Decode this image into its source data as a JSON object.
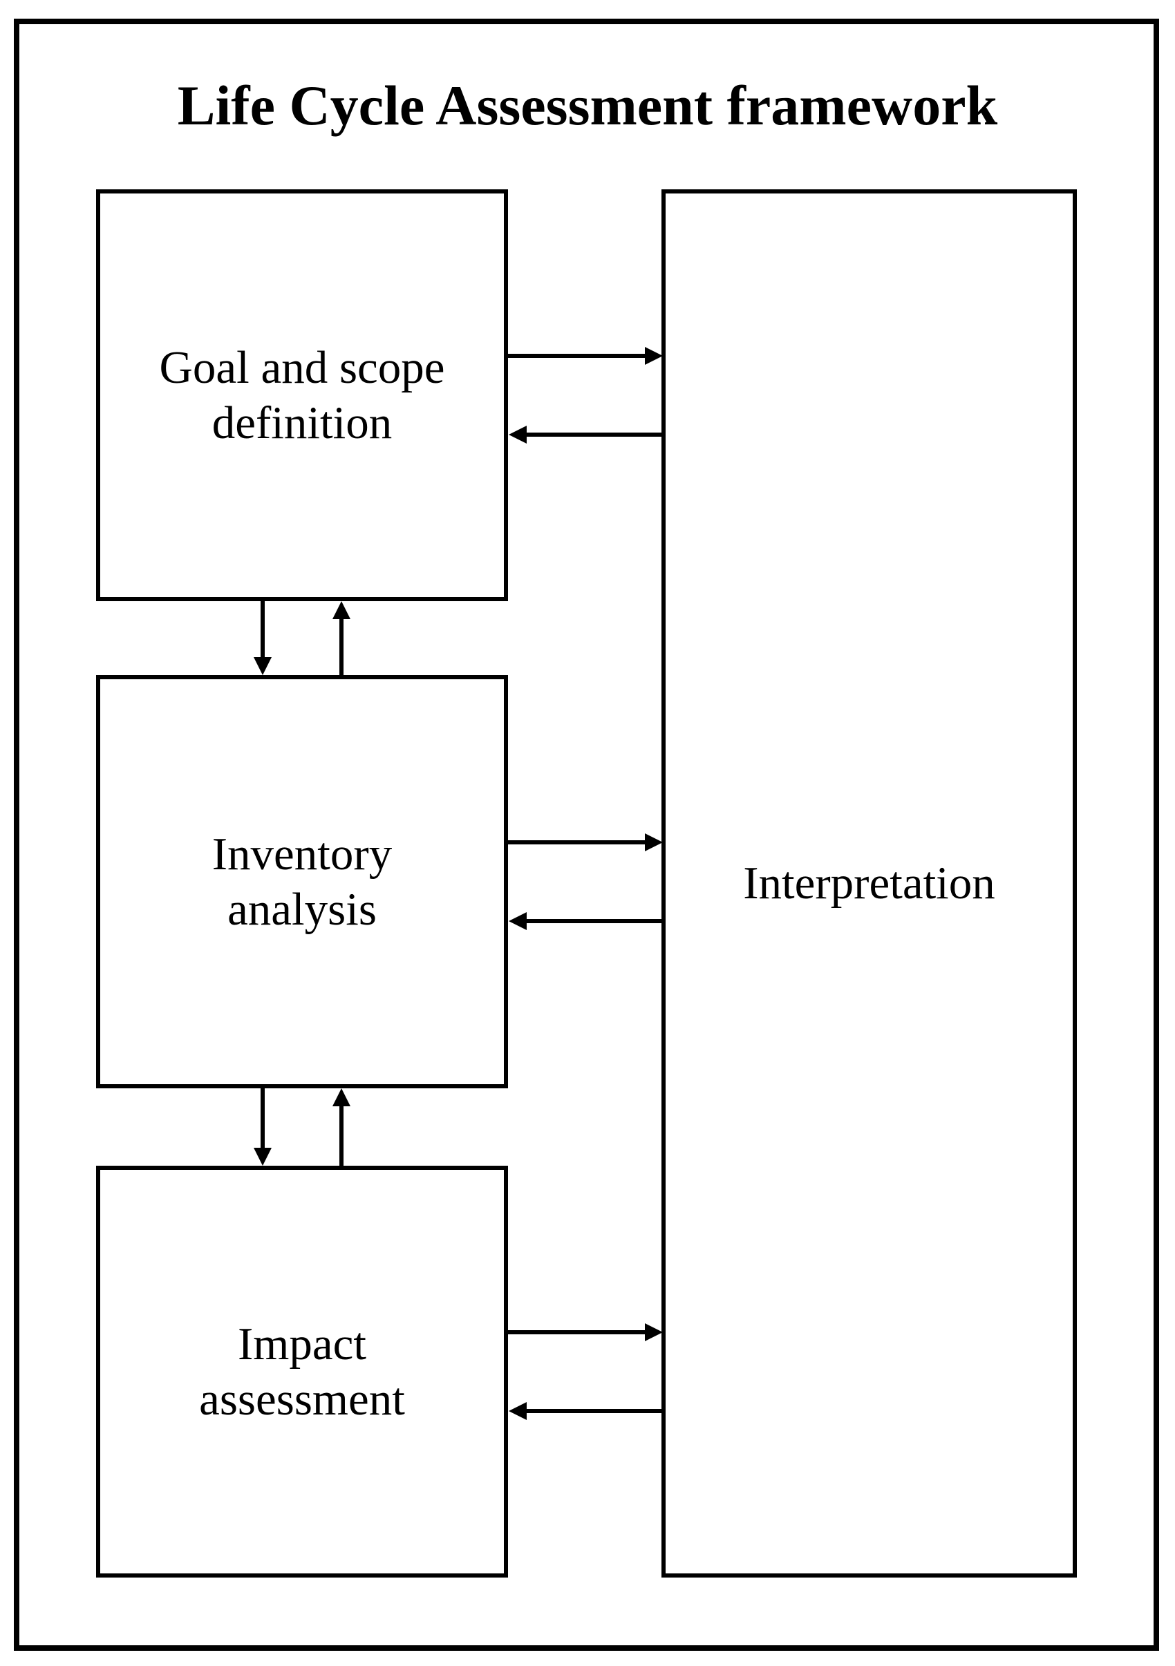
{
  "title": "Life Cycle Assessment framework",
  "colors": {
    "line": "#000000",
    "text": "#000000",
    "background": "#ffffff"
  },
  "nodes": {
    "goal": {
      "lines": [
        "Goal and scope",
        "definition"
      ]
    },
    "inventory": {
      "lines": [
        "Inventory",
        "analysis"
      ]
    },
    "impact": {
      "lines": [
        "Impact",
        "assessment"
      ]
    },
    "interpretation": {
      "lines": [
        "Interpretation"
      ]
    }
  },
  "connectors": [
    {
      "from": "goal-and-scope-definition",
      "to": "interpretation",
      "arrows": "both",
      "orientation": "horizontal"
    },
    {
      "from": "inventory-analysis",
      "to": "interpretation",
      "arrows": "both",
      "orientation": "horizontal"
    },
    {
      "from": "impact-assessment",
      "to": "interpretation",
      "arrows": "both",
      "orientation": "horizontal"
    },
    {
      "from": "goal-and-scope-definition",
      "to": "inventory-analysis",
      "arrows": "both",
      "orientation": "vertical"
    },
    {
      "from": "inventory-analysis",
      "to": "impact-assessment",
      "arrows": "both",
      "orientation": "vertical"
    }
  ]
}
